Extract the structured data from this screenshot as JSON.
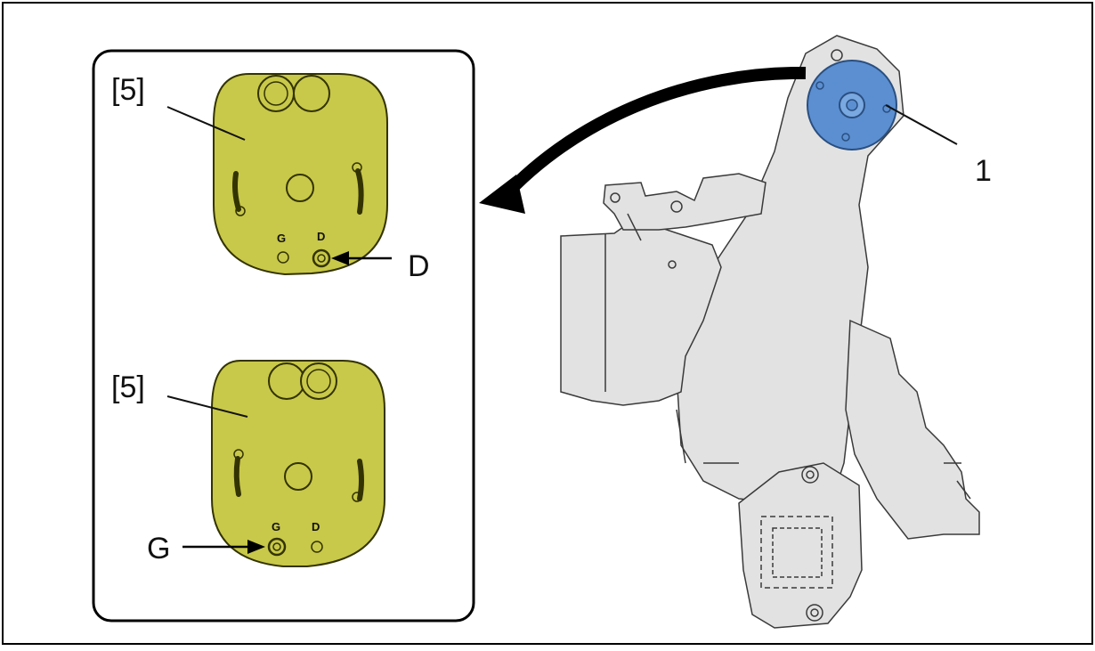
{
  "colors": {
    "frame": "#000000",
    "housing_fill": "#e2e2e2",
    "housing_stroke": "#3a3a3a",
    "motor_fill": "#5b8fd1",
    "motor_stroke": "#2a4f80",
    "gear_fill": "#c8c84a",
    "gear_stroke": "#333300"
  },
  "labels": {
    "part_number": "1",
    "top_gear_callout": "[5]",
    "bottom_gear_callout": "[5]",
    "top_pointer_letter": "D",
    "bottom_pointer_letter": "G",
    "top_gear_mark_g": "G",
    "top_gear_mark_d": "D",
    "bottom_gear_mark_g": "G",
    "bottom_gear_mark_d": "D"
  },
  "icons": {
    "curved_arrow": "curved-arrow-icon",
    "pointer_arrow": "right-arrow-icon"
  }
}
